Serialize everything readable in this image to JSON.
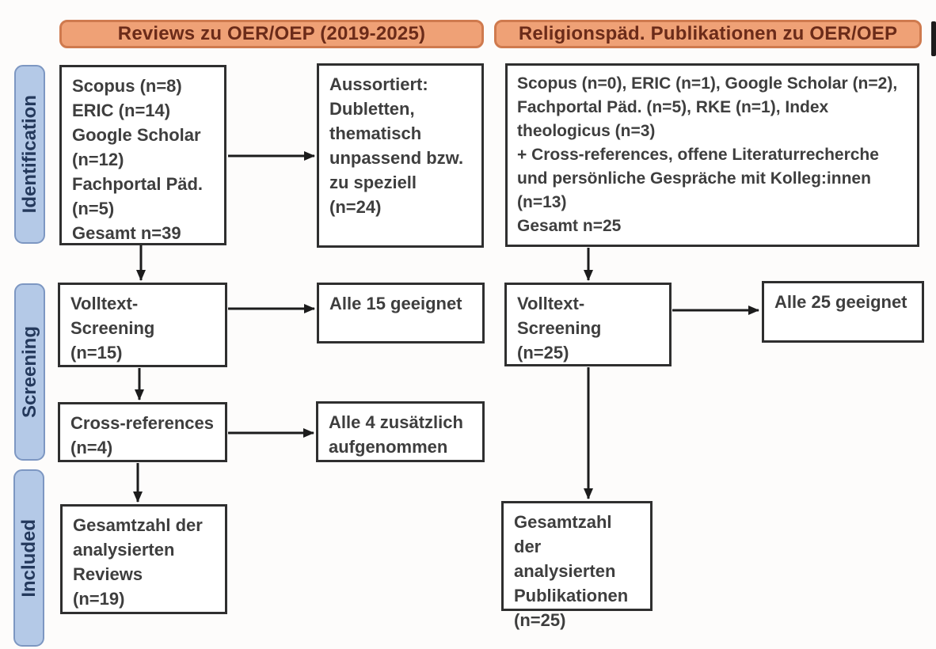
{
  "diagram": {
    "stages": {
      "identification": "Identification",
      "screening": "Screening",
      "included": "Included"
    },
    "col_reviews": {
      "header": "Reviews zu OER/OEP (2019-2025)",
      "sources": "Scopus (n=8)\nERIC (n=14)\nGoogle Scholar\n(n=12)\nFachportal Päd.\n(n=5)\nGesamt n=39",
      "excluded": "Aussortiert:\nDubletten,\nthematisch\nunpassend bzw.\nzu speziell\n(n=24)",
      "fulltext": "Volltext-\nScreening\n(n=15)",
      "fulltext_result": "Alle 15 geeignet",
      "crossref": "Cross-references\n(n=4)",
      "crossref_result": "Alle 4 zusätzlich\naufgenommen",
      "included": "Gesamtzahl der\nanalysierten\nReviews\n(n=19)"
    },
    "col_religionspaed": {
      "header": "Religionspäd. Publikationen zu OER/OEP",
      "sources": "Scopus (n=0), ERIC (n=1), Google Scholar (n=2),\nFachportal Päd. (n=5), RKE (n=1), Index\ntheologicus (n=3)\n+ Cross-references, offene Literaturrecherche\nund persönliche Gespräche mit Kolleg:innen\n(n=13)\nGesamt n=25",
      "fulltext": "Volltext-\nScreening\n(n=25)",
      "fulltext_result": "Alle 25 geeignet",
      "included": "Gesamtzahl der\nanalysierten\nPublikationen\n(n=25)"
    },
    "colors": {
      "header_fill": "#efa176",
      "header_border": "#cf7a4e",
      "header_text": "#6b2b19",
      "stage_fill": "#b4c9e7",
      "stage_border": "#7d97c2",
      "stage_text": "#24395c",
      "box_border": "#2f2f2f",
      "box_text": "#3e3e3e",
      "arrow": "#1c1c1c",
      "background": "#fdfcfb"
    }
  }
}
